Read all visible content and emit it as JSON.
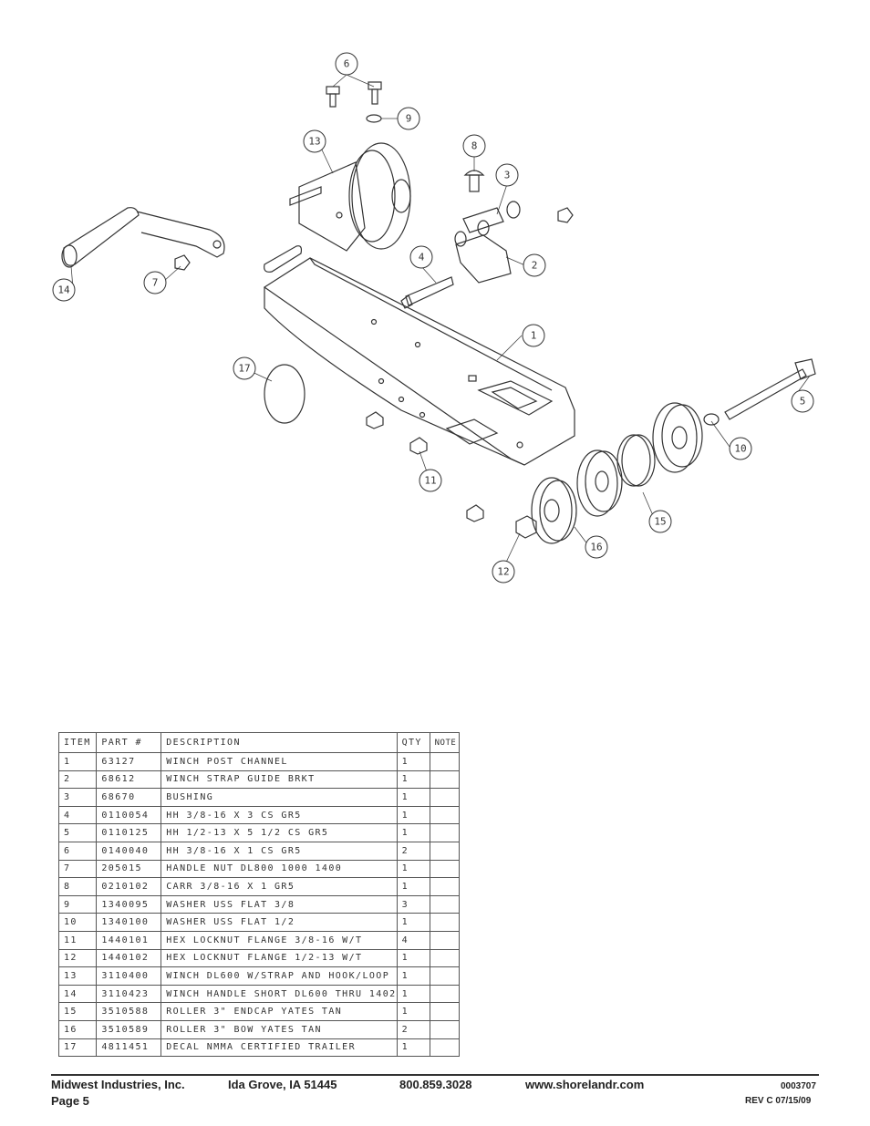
{
  "callouts": [
    "1",
    "2",
    "3",
    "4",
    "5",
    "6",
    "7",
    "8",
    "9",
    "10",
    "11",
    "12",
    "13",
    "14",
    "15",
    "16",
    "17"
  ],
  "table": {
    "headers": {
      "item": "ITEM",
      "part": "PART #",
      "description": "DESCRIPTION",
      "qty": "QTY",
      "note": "NOTE"
    },
    "rows": [
      {
        "item": "1",
        "part": "63127",
        "description": "WINCH POST CHANNEL",
        "qty": "1",
        "note": ""
      },
      {
        "item": "2",
        "part": "68612",
        "description": "WINCH STRAP GUIDE BRKT",
        "qty": "1",
        "note": ""
      },
      {
        "item": "3",
        "part": "68670",
        "description": "BUSHING",
        "qty": "1",
        "note": ""
      },
      {
        "item": "4",
        "part": "0110054",
        "description": "HH 3/8-16 X 3 CS GR5",
        "qty": "1",
        "note": ""
      },
      {
        "item": "5",
        "part": "0110125",
        "description": "HH 1/2-13 X 5 1/2 CS GR5",
        "qty": "1",
        "note": ""
      },
      {
        "item": "6",
        "part": "0140040",
        "description": "HH 3/8-16 X 1 CS GR5",
        "qty": "2",
        "note": ""
      },
      {
        "item": "7",
        "part": "205015",
        "description": "HANDLE NUT DL800 1000 1400",
        "qty": "1",
        "note": ""
      },
      {
        "item": "8",
        "part": "0210102",
        "description": "CARR 3/8-16 X 1 GR5",
        "qty": "1",
        "note": ""
      },
      {
        "item": "9",
        "part": "1340095",
        "description": "WASHER USS FLAT 3/8",
        "qty": "3",
        "note": ""
      },
      {
        "item": "10",
        "part": "1340100",
        "description": "WASHER USS FLAT 1/2",
        "qty": "1",
        "note": ""
      },
      {
        "item": "11",
        "part": "1440101",
        "description": "HEX LOCKNUT FLANGE 3/8-16 W/T",
        "qty": "4",
        "note": ""
      },
      {
        "item": "12",
        "part": "1440102",
        "description": "HEX LOCKNUT FLANGE 1/2-13 W/T",
        "qty": "1",
        "note": ""
      },
      {
        "item": "13",
        "part": "3110400",
        "description": "WINCH DL600 W/STRAP AND HOOK/LOOP",
        "qty": "1",
        "note": ""
      },
      {
        "item": "14",
        "part": "3110423",
        "description": "WINCH HANDLE SHORT DL600 THRU 1402",
        "qty": "1",
        "note": ""
      },
      {
        "item": "15",
        "part": "3510588",
        "description": "ROLLER 3\" ENDCAP YATES TAN",
        "qty": "1",
        "note": ""
      },
      {
        "item": "16",
        "part": "3510589",
        "description": "ROLLER 3\" BOW YATES TAN",
        "qty": "2",
        "note": ""
      },
      {
        "item": "17",
        "part": "4811451",
        "description": " DECAL NMMA CERTIFIED TRAILER",
        "qty": "1",
        "note": ""
      }
    ]
  },
  "footer": {
    "company": "Midwest Industries, Inc.",
    "location": "Ida Grove, IA  51445",
    "phone": "800.859.3028",
    "website": "www.shorelandr.com",
    "page": "Page 5",
    "doc_number": "0003707",
    "revision": "REV C  07/15/09"
  }
}
